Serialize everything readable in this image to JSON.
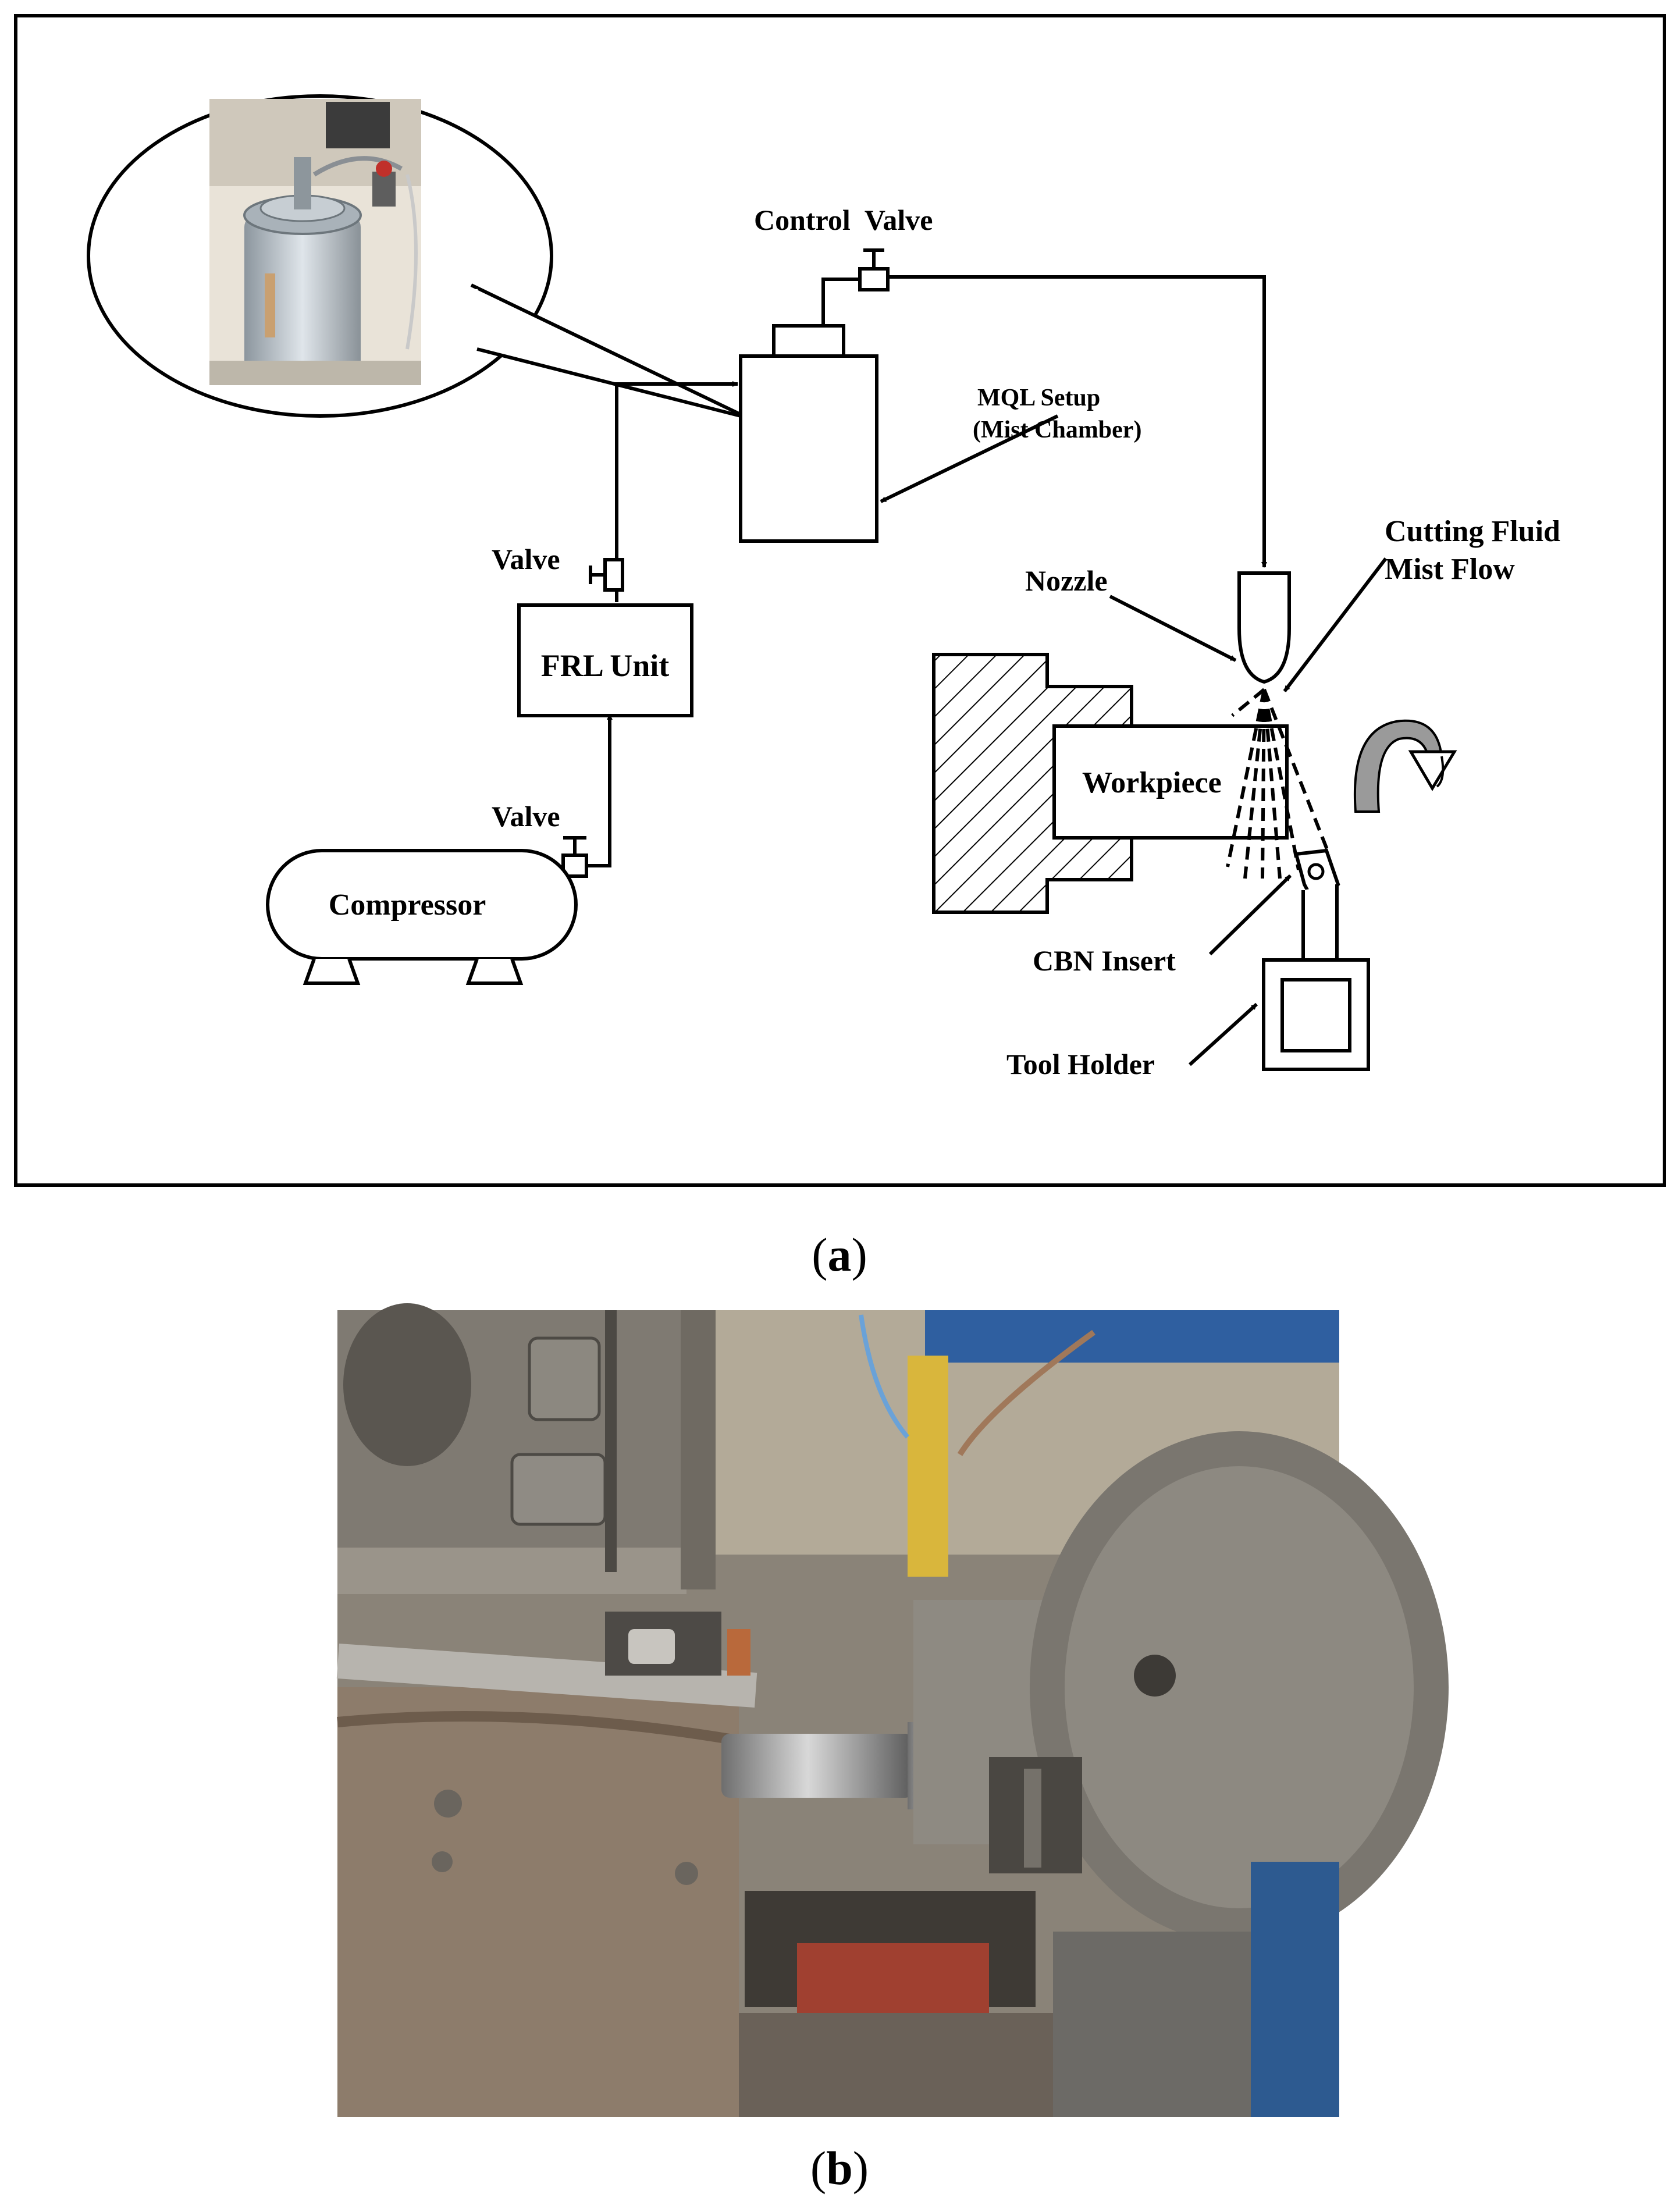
{
  "figure_a": {
    "labels": {
      "control_valve": "Control  Valve",
      "mql_setup_line1": "MQL Setup",
      "mql_setup_line2": "(Mist Chamber)",
      "cutting_fluid_line1": "Cutting Fluid",
      "cutting_fluid_line2": "Mist Flow",
      "nozzle": "Nozzle",
      "valve_upper": "Valve",
      "frl_unit": "FRL Unit",
      "workpiece": "Workpiece",
      "valve_lower": "Valve",
      "compressor": "Compressor",
      "cbn_insert": "CBN Insert",
      "tool_holder": "Tool Holder"
    },
    "caption_letter": "a"
  },
  "figure_b": {
    "caption_letter": "b"
  },
  "colors": {
    "line": "#000000",
    "photo_bg": "#8a8378",
    "rotation_arrow": "#9a9a9a"
  }
}
